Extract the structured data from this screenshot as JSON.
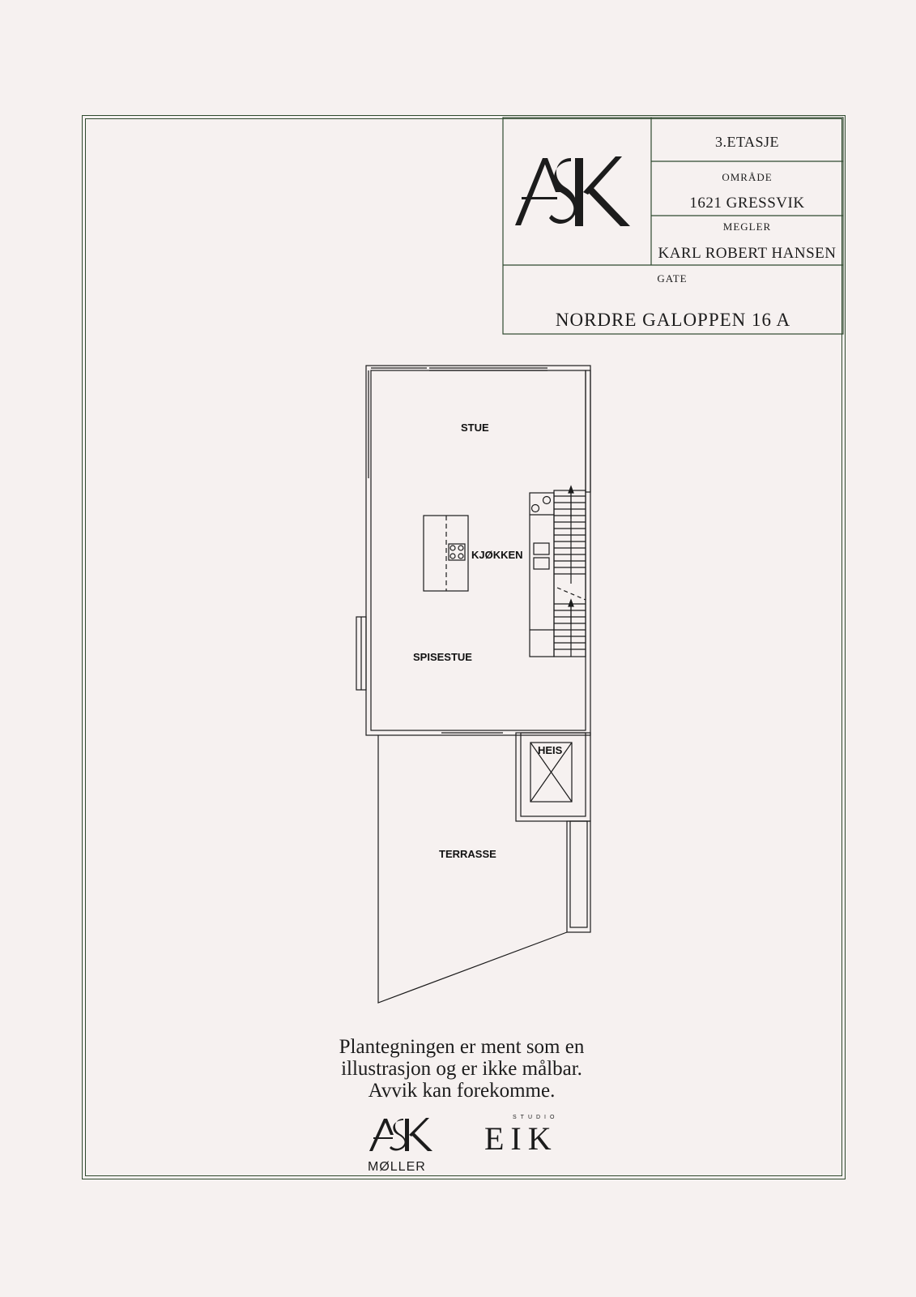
{
  "title_block": {
    "floor": "3.ETASJE",
    "area_label": "OMRÅDE",
    "area_value": "1621 GRESSVIK",
    "broker_label": "MEGLER",
    "broker_value": "KARL ROBERT HANSEN",
    "street_label": "GATE",
    "street_value": "NORDRE GALOPPEN 16 A"
  },
  "logo": {
    "text": "ASK"
  },
  "rooms": {
    "stue": "STUE",
    "kjokken": "KJØKKEN",
    "spisestue": "SPISESTUE",
    "heis": "HEIS",
    "terrasse": "TERRASSE"
  },
  "disclaimer": {
    "line1": "Plantegningen er ment som en",
    "line2": "illustrasjon og er ikke målbar.",
    "line3": "Avvik kan forekomme."
  },
  "footer_logos": {
    "ask_text": "ASK",
    "ask_sub": "MØLLER",
    "studio_small": "STUDIO",
    "studio_big": "EIK"
  },
  "colors": {
    "background": "#f6f1f0",
    "frame": "#2f4a2f",
    "ink": "#1c1c1c"
  }
}
